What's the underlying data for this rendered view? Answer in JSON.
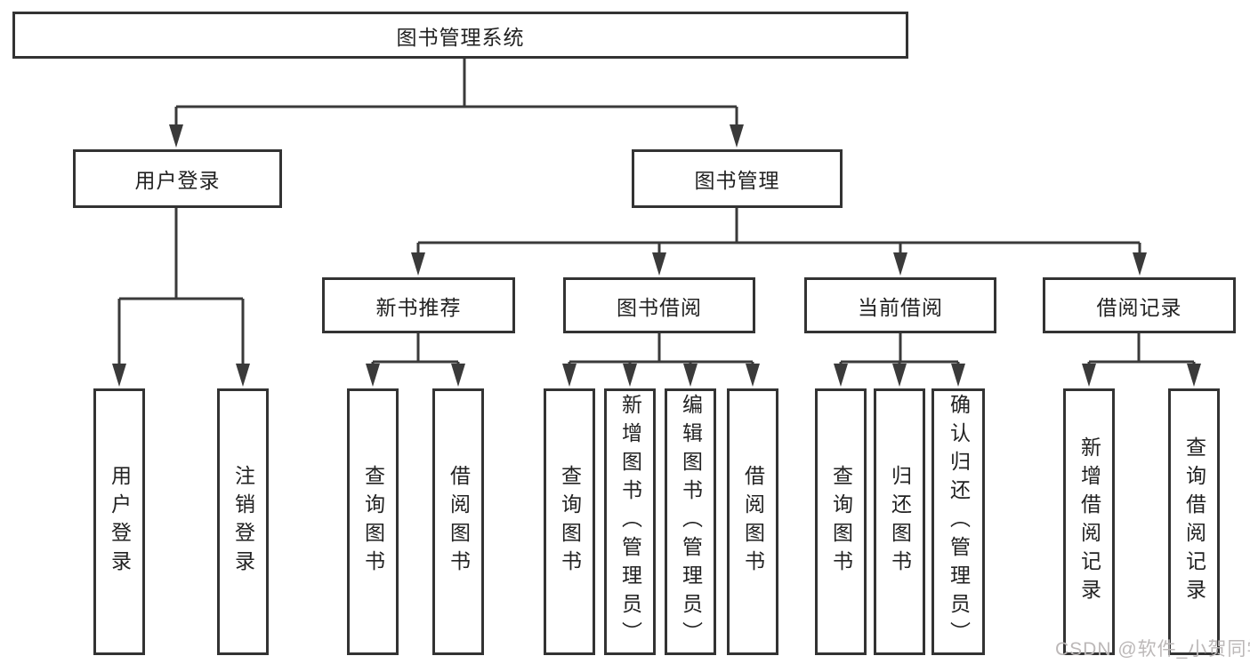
{
  "diagram": {
    "title": "图书管理系统",
    "user_branch": {
      "label": "用户登录",
      "children": [
        {
          "label": "用户登录"
        },
        {
          "label": "注销登录"
        }
      ]
    },
    "book_branch": {
      "label": "图书管理",
      "sections": [
        {
          "label": "新书推荐",
          "children": [
            {
              "label": "查询图书"
            },
            {
              "label": "借阅图书"
            }
          ]
        },
        {
          "label": "图书借阅",
          "children": [
            {
              "label": "查询图书"
            },
            {
              "label": "新增图书（管理员）"
            },
            {
              "label": "编辑图书（管理员）"
            },
            {
              "label": "借阅图书"
            }
          ]
        },
        {
          "label": "当前借阅",
          "children": [
            {
              "label": "查询图书"
            },
            {
              "label": "归还图书"
            },
            {
              "label": "确认归还（管理员）"
            }
          ]
        },
        {
          "label": "借阅记录",
          "children": [
            {
              "label": "新增借阅记录"
            },
            {
              "label": "查询借阅记录"
            }
          ]
        }
      ]
    },
    "watermark": "CSDN @软件_小贺同学",
    "colors": {
      "line": "#3a3a3a",
      "border": "#333333",
      "text": "#222222",
      "watermark": "#bcb8b8",
      "background": "#ffffff"
    }
  }
}
